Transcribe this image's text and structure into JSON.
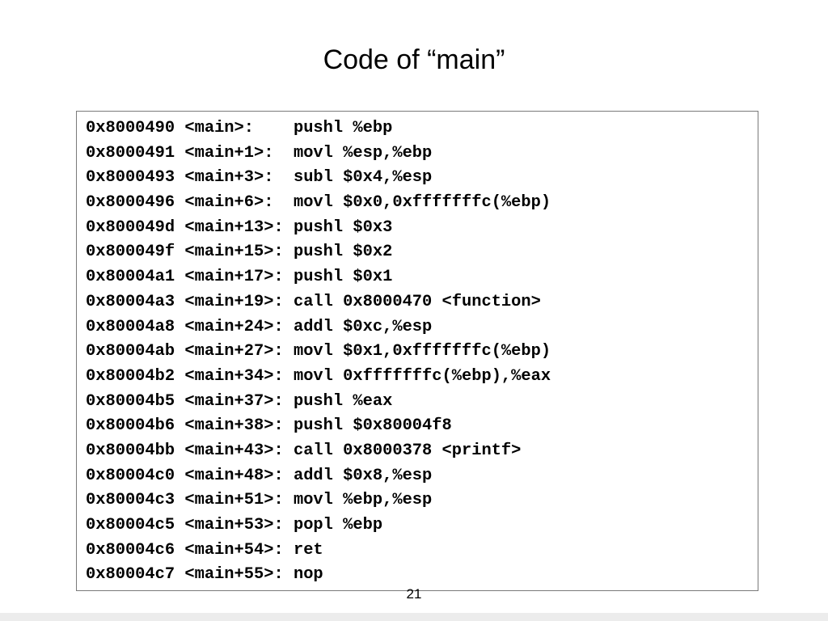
{
  "slide": {
    "title": "Code of “main”",
    "page_number": "21"
  },
  "code_lines": [
    "0x8000490 <main>:    pushl %ebp",
    "0x8000491 <main+1>:  movl %esp,%ebp",
    "0x8000493 <main+3>:  subl $0x4,%esp",
    "0x8000496 <main+6>:  movl $0x0,0xfffffffc(%ebp)",
    "0x800049d <main+13>: pushl $0x3",
    "0x800049f <main+15>: pushl $0x2",
    "0x80004a1 <main+17>: pushl $0x1",
    "0x80004a3 <main+19>: call 0x8000470 <function>",
    "0x80004a8 <main+24>: addl $0xc,%esp",
    "0x80004ab <main+27>: movl $0x1,0xfffffffc(%ebp)",
    "0x80004b2 <main+34>: movl 0xfffffffc(%ebp),%eax",
    "0x80004b5 <main+37>: pushl %eax",
    "0x80004b6 <main+38>: pushl $0x80004f8",
    "0x80004bb <main+43>: call 0x8000378 <printf>",
    "0x80004c0 <main+48>: addl $0x8,%esp",
    "0x80004c3 <main+51>: movl %ebp,%esp",
    "0x80004c5 <main+53>: popl %ebp",
    "0x80004c6 <main+54>: ret",
    "0x80004c7 <main+55>: nop"
  ]
}
